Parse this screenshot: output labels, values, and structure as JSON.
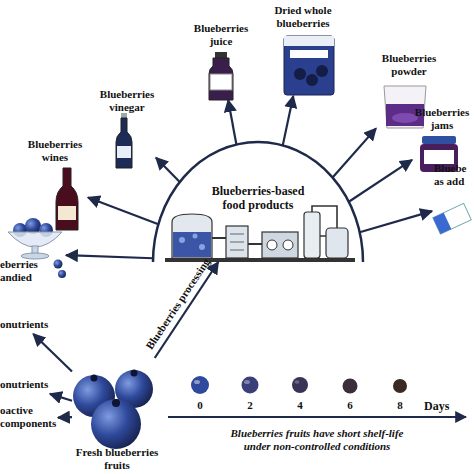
{
  "diagram": {
    "nodes": [
      {
        "text": [
          "Blueberries-based food products"
        ]
      },
      {
        "text": [
          "eberries andied"
        ]
      },
      {
        "text": [
          "Blueberries wines"
        ]
      },
      {
        "text": [
          "Blueberries vinegar"
        ]
      },
      {
        "text": [
          "Blueberries juice"
        ]
      },
      {
        "text": [
          "Dried whole blueberries"
        ]
      },
      {
        "text": [
          "Blueberries powder"
        ]
      },
      {
        "text": [
          "Blueberries jams"
        ]
      },
      {
        "text": [
          "Bluebe as add"
        ]
      },
      {
        "text": [
          "Fresh blueberries fruits"
        ]
      },
      {
        "text": [
          "onutrients"
        ]
      },
      {
        "text": [
          "onutrients"
        ]
      },
      {
        "text": [
          "oactive components"
        ]
      }
    ],
    "edges": [
      {
        "from": 0,
        "to": 1,
        "arrow": "to"
      },
      {
        "from": 0,
        "to": 2,
        "arrow": "to"
      },
      {
        "from": 0,
        "to": 3,
        "arrow": "to"
      },
      {
        "from": 0,
        "to": 4,
        "arrow": "to"
      },
      {
        "from": 0,
        "to": 5,
        "arrow": "to"
      },
      {
        "from": 0,
        "to": 6,
        "arrow": "to"
      },
      {
        "from": 0,
        "to": 7,
        "arrow": "to"
      },
      {
        "from": 0,
        "to": 8,
        "arrow": "to"
      },
      {
        "from": 9,
        "to": 0,
        "label": "Blueberries processing",
        "arrow": "to"
      },
      {
        "from": 9,
        "to": 10,
        "arrow": "to"
      },
      {
        "from": 9,
        "to": 11,
        "arrow": "to"
      },
      {
        "from": 9,
        "to": 12,
        "arrow": "to"
      }
    ],
    "labels": [
      "0",
      "2",
      "4",
      "6",
      "8",
      "Days",
      "Blueberries fruits have short shelf-life under non-controlled conditions"
    ]
  }
}
